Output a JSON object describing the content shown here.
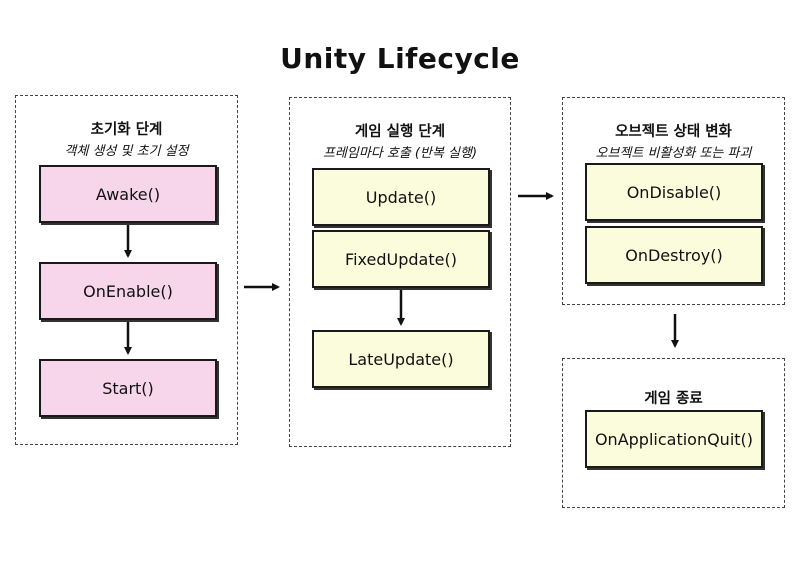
{
  "title": "Unity Lifecycle",
  "groups": {
    "init": {
      "header": "초기화 단계",
      "subtitle": "객체 생성 및 초기 설정",
      "nodes": [
        "Awake()",
        "OnEnable()",
        "Start()"
      ]
    },
    "loop": {
      "header": "게임 실행 단계",
      "subtitle": "프레임마다 호출 (반복 실행)",
      "nodes": [
        "Update()",
        "FixedUpdate()",
        "LateUpdate()"
      ]
    },
    "state": {
      "header": "오브젝트 상태 변화",
      "subtitle": "오브젝트 비활성화 또는 파괴",
      "nodes": [
        "OnDisable()",
        "OnDestroy()"
      ]
    },
    "quit": {
      "header": "게임 종료",
      "nodes": [
        "OnApplicationQuit()"
      ]
    }
  },
  "colors": {
    "init_node": "#f7d6ec",
    "other_node": "#fafcdc",
    "border": "#1a1a1a"
  }
}
